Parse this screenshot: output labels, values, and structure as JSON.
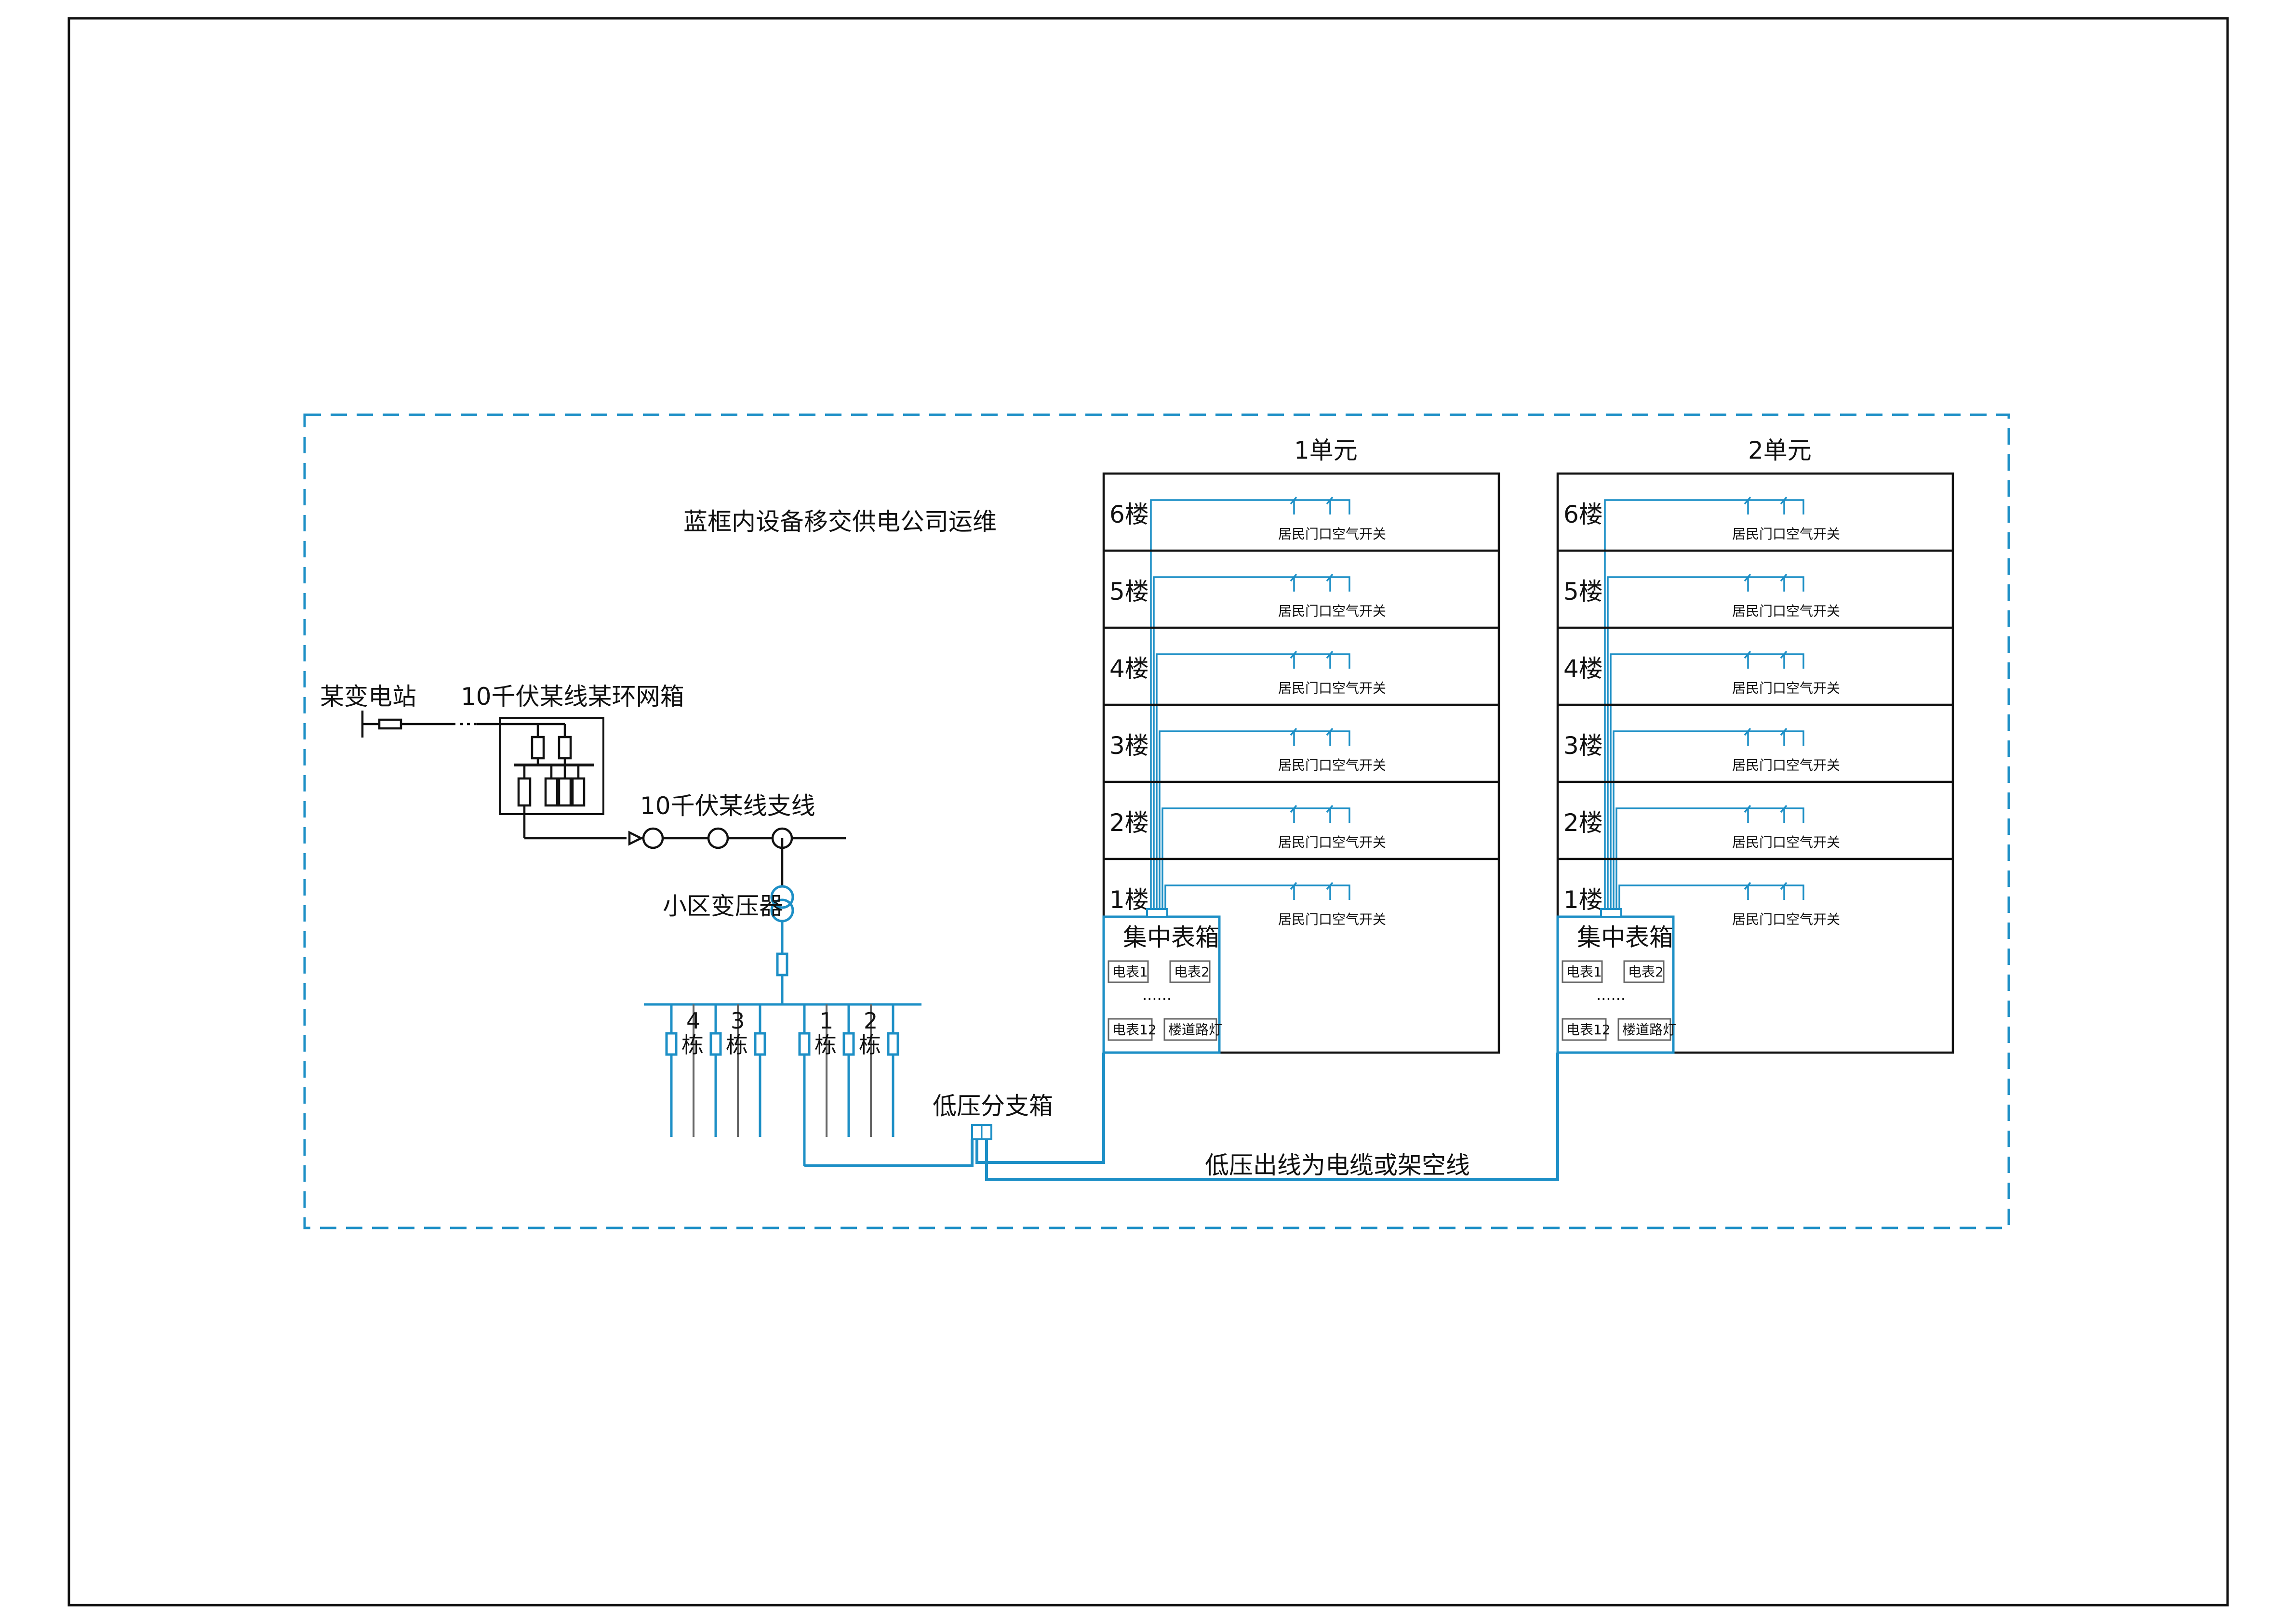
{
  "note": "蓝框内设备移交供电公司运维",
  "substation": "某变电站",
  "ring_box": "10千伏某线某环网箱",
  "branch_line": "10千伏某线支线",
  "transformer": "小区变压器",
  "lv_branch_box": "低压分支箱",
  "lv_outgoing": "低压出线为电缆或架空线",
  "ellipsis": "······",
  "feeders": [
    {
      "num": "4",
      "unit": "栋"
    },
    {
      "num": "3",
      "unit": "栋"
    },
    {
      "num": "1",
      "unit": "栋"
    },
    {
      "num": "2",
      "unit": "栋"
    }
  ],
  "units": [
    {
      "title": "1单元",
      "meter_box": {
        "title": "集中表箱",
        "m1": "电表1",
        "m2": "电表2",
        "m12": "电表12",
        "light": "楼道路灯",
        "dots": "······"
      },
      "floors": [
        {
          "label": "6楼",
          "switch": "居民门口空气开关"
        },
        {
          "label": "5楼",
          "switch": "居民门口空气开关"
        },
        {
          "label": "4楼",
          "switch": "居民门口空气开关"
        },
        {
          "label": "3楼",
          "switch": "居民门口空气开关"
        },
        {
          "label": "2楼",
          "switch": "居民门口空气开关"
        },
        {
          "label": "1楼",
          "switch": "居民门口空气开关"
        }
      ]
    },
    {
      "title": "2单元",
      "meter_box": {
        "title": "集中表箱",
        "m1": "电表1",
        "m2": "电表2",
        "m12": "电表12",
        "light": "楼道路灯",
        "dots": "······"
      },
      "floors": [
        {
          "label": "6楼",
          "switch": "居民门口空气开关"
        },
        {
          "label": "5楼",
          "switch": "居民门口空气开关"
        },
        {
          "label": "4楼",
          "switch": "居民门口空气开关"
        },
        {
          "label": "3楼",
          "switch": "居民门口空气开关"
        },
        {
          "label": "2楼",
          "switch": "居民门口空气开关"
        },
        {
          "label": "1楼",
          "switch": "居民门口空气开关"
        }
      ]
    }
  ]
}
